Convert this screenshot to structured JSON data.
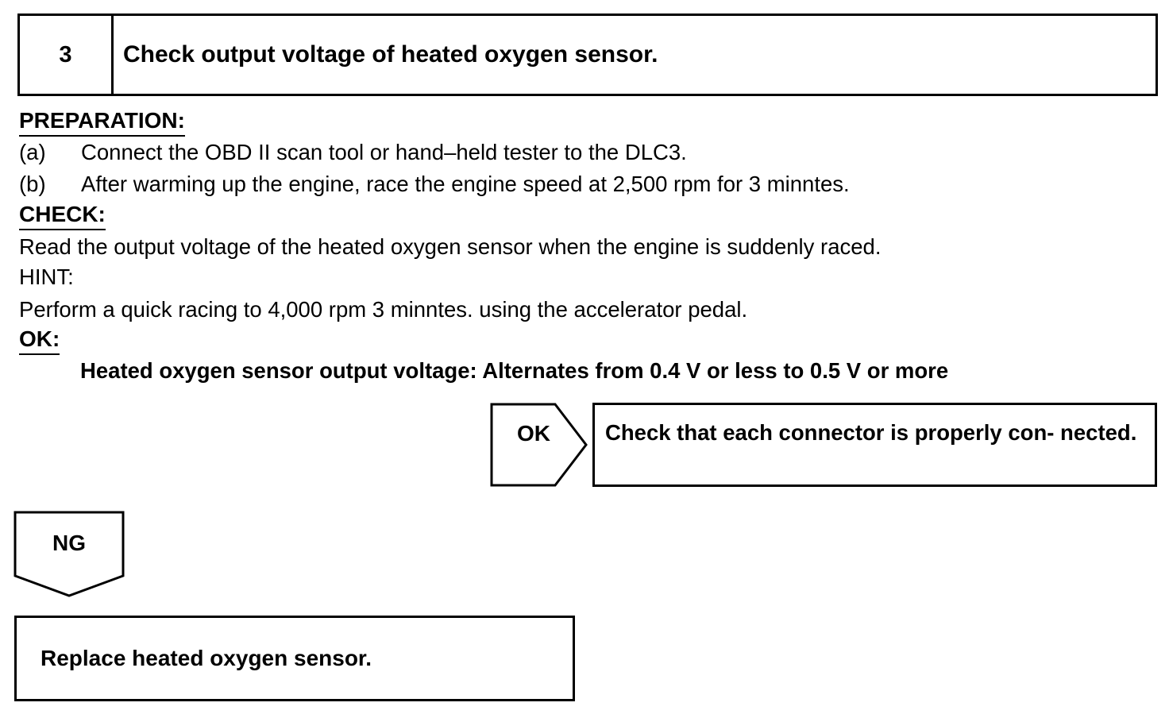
{
  "step": {
    "number": "3",
    "title": "Check output voltage of heated oxygen sensor."
  },
  "preparation": {
    "heading": "PREPARATION:",
    "items": [
      {
        "letter": "(a)",
        "text": "Connect the OBD II scan tool or hand–held tester to the DLC3."
      },
      {
        "letter": "(b)",
        "text": "After warming up the engine, race the engine speed at 2,500 rpm for 3 minntes."
      }
    ]
  },
  "check": {
    "heading": "CHECK:",
    "text": "Read the output voltage of the heated oxygen sensor when the engine is suddenly raced."
  },
  "hint": {
    "heading": "HINT:",
    "text": "Perform a quick racing to 4,000 rpm 3 minntes. using the accelerator pedal."
  },
  "ok_spec": {
    "heading": "OK:",
    "text": "Heated oxygen sensor output voltage: Alternates from 0.4 V or less to 0.5 V or more"
  },
  "ok_branch": {
    "label": "OK",
    "result": "Check that each connector is properly con- nected."
  },
  "ng_branch": {
    "label": "NG",
    "result": "Replace heated oxygen sensor."
  }
}
